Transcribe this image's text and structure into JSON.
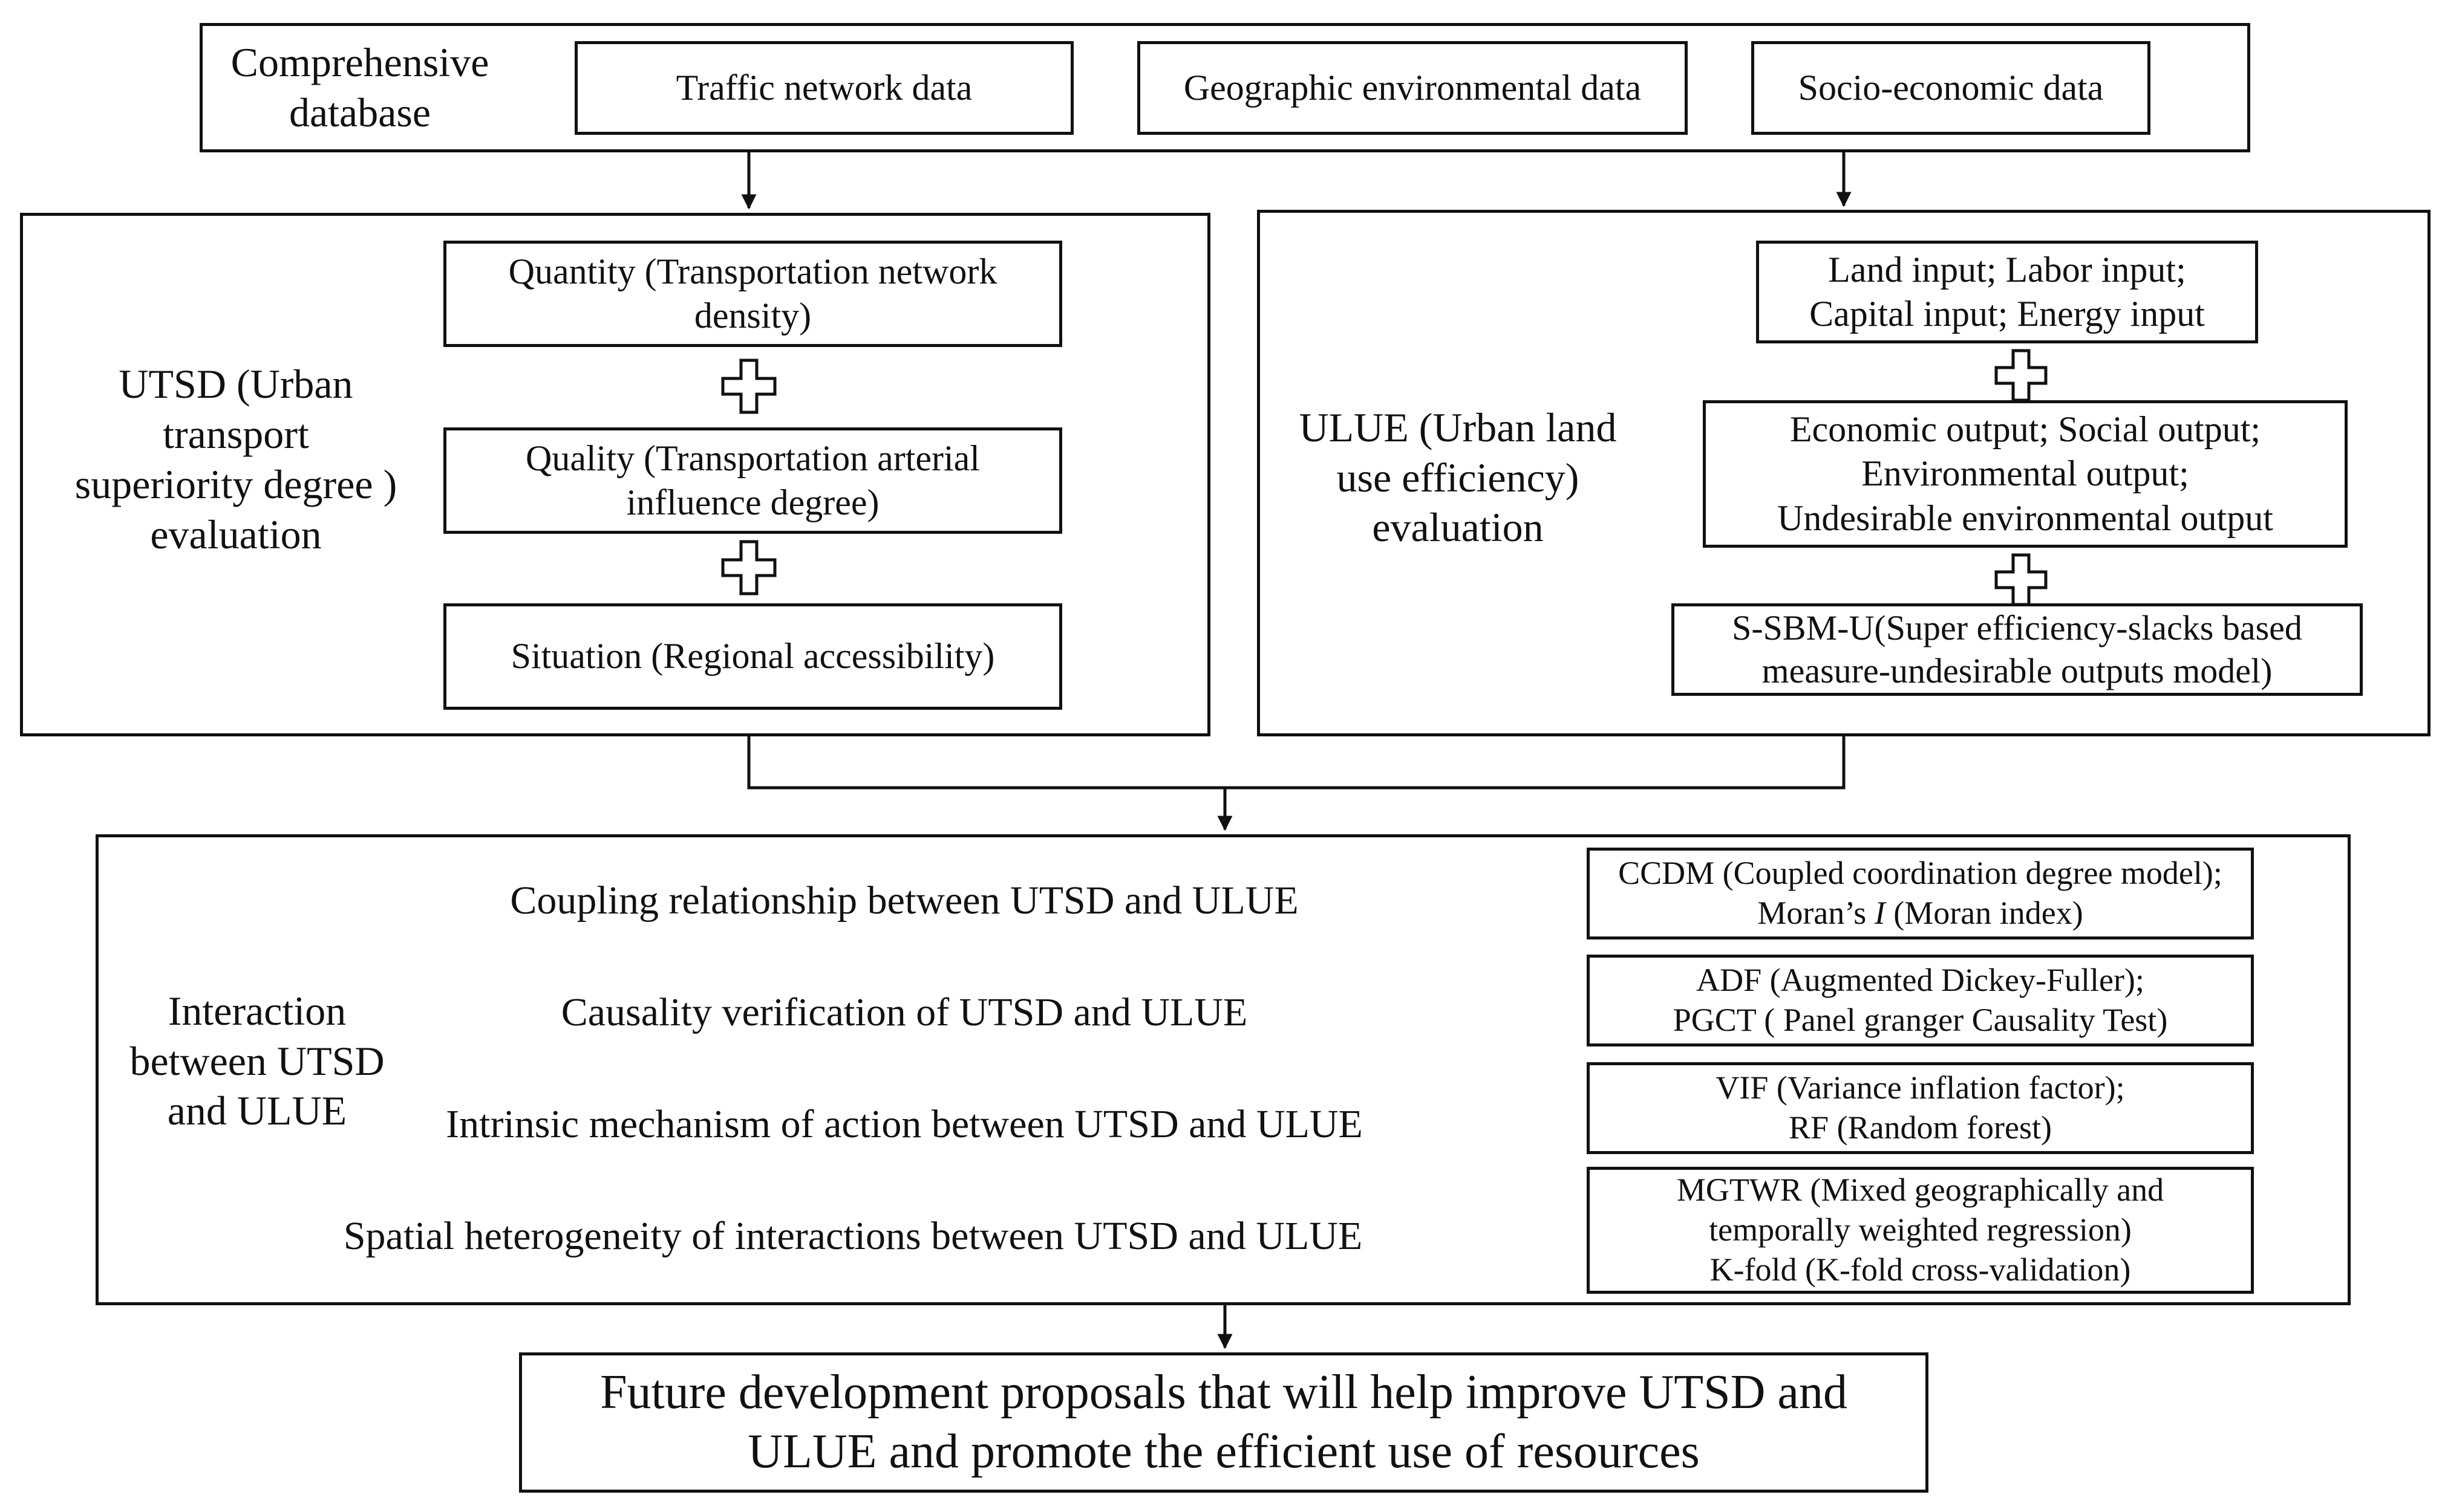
{
  "database": {
    "title": "Comprehensive\ndatabase",
    "items": [
      "Traffic network data",
      "Geographic environmental data",
      "Socio-economic data"
    ]
  },
  "utsd": {
    "title": "UTSD (Urban\ntransport\nsuperiority degree )\nevaluation",
    "items": [
      "Quantity (Transportation network\ndensity)",
      "Quality (Transportation arterial\ninfluence degree)",
      "Situation (Regional accessibility)"
    ]
  },
  "ulue": {
    "title": "ULUE (Urban land\nuse efficiency)\nevaluation",
    "items": [
      "Land input; Labor input;\nCapital input; Energy input",
      "Economic output; Social output;\nEnvironmental output;\nUndesirable environmental output",
      "S-SBM-U(Super efficiency-slacks based\nmeasure-undesirable outputs model)"
    ]
  },
  "interaction": {
    "title": "Interaction\nbetween UTSD\nand ULUE",
    "rows": [
      "Coupling relationship between UTSD and ULUE",
      "Causality verification of UTSD and ULUE",
      "Intrinsic mechanism of action between UTSD and ULUE",
      "Spatial heterogeneity of interactions between UTSD and ULUE"
    ],
    "methods": [
      {
        "line1": "CCDM (Coupled coordination degree model);",
        "pre": "Moran’s ",
        "italic": "I",
        "post": " (Moran index)"
      },
      {
        "line1": "ADF (Augmented Dickey-Fuller);",
        "pre": "PGCT ( Panel granger Causality Test)",
        "italic": "",
        "post": ""
      },
      {
        "line1": "VIF (Variance inflation factor);",
        "pre": "RF (Random forest)",
        "italic": "",
        "post": ""
      },
      {
        "line1": "MGTWR (Mixed geographically and",
        "pre": "temporally weighted regression)",
        "italic": "",
        "post": "",
        "line3": "K-fold (K-fold cross-validation)"
      }
    ]
  },
  "proposal": {
    "text": "Future development proposals that will help improve UTSD and\nULUE and promote the efficient use of resources"
  }
}
